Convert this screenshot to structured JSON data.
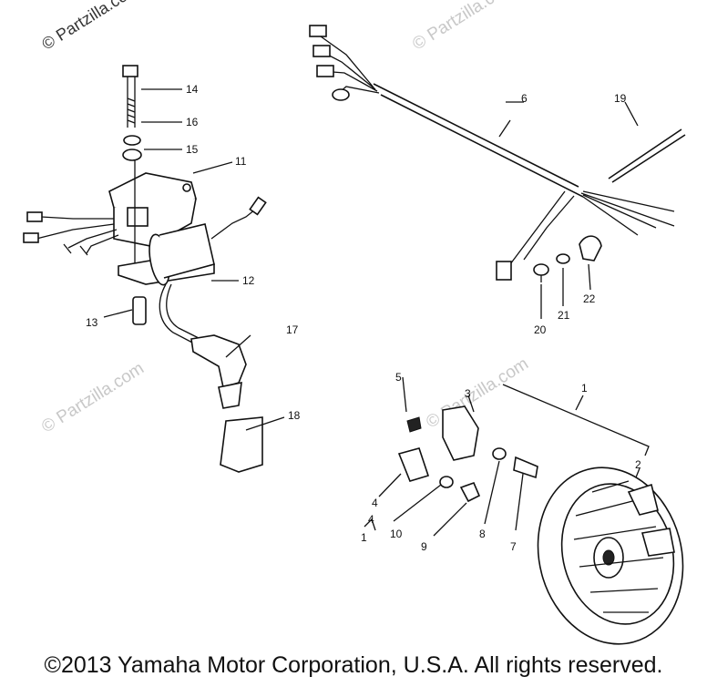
{
  "watermarks": [
    "© Partzilla.com",
    "© Partzilla.com",
    "© Partzilla.com",
    "© Partzilla.com"
  ],
  "copyright": "©2013 Yamaha Motor Corporation, U.S.A. All rights reserved.",
  "callouts": {
    "c1": "1",
    "c2": "2",
    "c3": "3",
    "c4": "4",
    "c4b": "4",
    "c1b": "1",
    "c5": "5",
    "c6": "6",
    "c7": "7",
    "c8": "8",
    "c9": "9",
    "c10": "10",
    "c11": "11",
    "c12": "12",
    "c13": "13",
    "c14": "14",
    "c15": "15",
    "c16": "16",
    "c17": "17",
    "c18": "18",
    "c19": "19",
    "c20": "20",
    "c21": "21",
    "c22": "22"
  }
}
